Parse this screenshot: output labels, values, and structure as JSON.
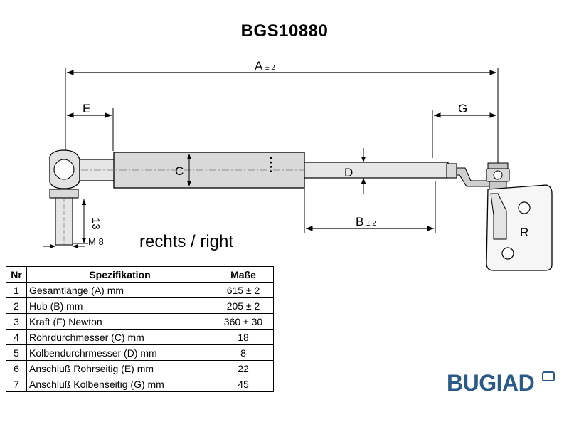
{
  "title": "BGS10880",
  "drawing": {
    "dim_a": "A",
    "dim_a_tol": "± 2",
    "dim_b": "B",
    "dim_b_tol": "± 2",
    "dim_c": "C",
    "dim_d": "D",
    "dim_e": "E",
    "dim_g": "G",
    "dim_13": "13",
    "dim_m8": "M 8",
    "bracket_label": "R",
    "side_label": "rechts / right"
  },
  "table": {
    "headers": [
      "Nr",
      "Spezifikation",
      "Maße"
    ],
    "rows": [
      {
        "nr": "1",
        "spec": "Gesamtlänge (A) mm",
        "value": "615 ± 2"
      },
      {
        "nr": "2",
        "spec": "Hub (B)  mm",
        "value": "205 ± 2"
      },
      {
        "nr": "3",
        "spec": "Kraft (F) Newton",
        "value": "360 ± 30"
      },
      {
        "nr": "4",
        "spec": "Rohrdurchmesser (C) mm",
        "value": "18"
      },
      {
        "nr": "5",
        "spec": "Kolbendurchrmesser (D) mm",
        "value": "8"
      },
      {
        "nr": "6",
        "spec": "Anschluß Rohrseitig (E) mm",
        "value": "22"
      },
      {
        "nr": "7",
        "spec": "Anschluß Kolbenseitig (G) mm",
        "value": "45"
      }
    ]
  },
  "brand": "BUGIAD",
  "colors": {
    "brand": "#2b5a86",
    "line": "#000000",
    "part_fill": "#d9d9d9"
  }
}
